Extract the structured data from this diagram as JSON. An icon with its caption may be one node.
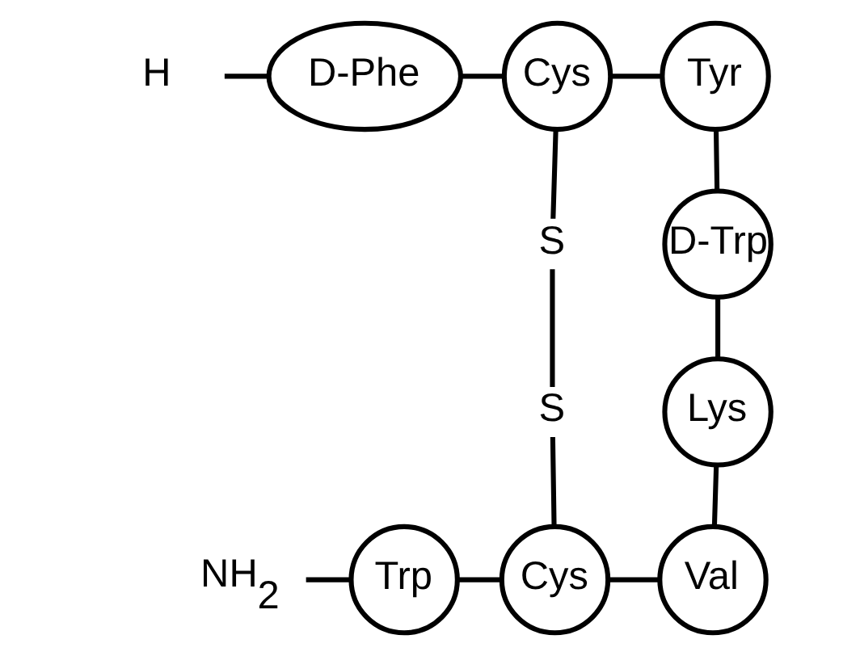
{
  "diagram": {
    "nodes": [
      {
        "text": [
          "H"
        ]
      },
      {
        "text": [
          "D-Phe"
        ]
      },
      {
        "text": [
          "Cys"
        ]
      },
      {
        "text": [
          "Tyr"
        ]
      },
      {
        "text": [
          "S"
        ]
      },
      {
        "text": [
          "D-Trp"
        ]
      },
      {
        "text": [
          "S"
        ]
      },
      {
        "text": [
          "Lys"
        ]
      },
      {
        "text": [
          "NH$_{2}$"
        ]
      },
      {
        "text": [
          "Trp"
        ]
      },
      {
        "text": [
          "Cys"
        ]
      },
      {
        "text": [
          "Val"
        ]
      }
    ],
    "edges": [
      {
        "from": 0,
        "to": 1,
        "arrow": "none"
      },
      {
        "from": 1,
        "to": 2,
        "arrow": "none"
      },
      {
        "from": 2,
        "to": 3,
        "arrow": "none"
      },
      {
        "from": 3,
        "to": 5,
        "arrow": "none"
      },
      {
        "from": 5,
        "to": 7,
        "arrow": "none"
      },
      {
        "from": 7,
        "to": 11,
        "arrow": "none"
      },
      {
        "from": 10,
        "to": 11,
        "arrow": "none"
      },
      {
        "from": 9,
        "to": 10,
        "arrow": "none"
      },
      {
        "from": 8,
        "to": 9,
        "arrow": "none"
      },
      {
        "from": 2,
        "to": 4,
        "arrow": "none"
      },
      {
        "from": 4,
        "to": 6,
        "arrow": "none"
      },
      {
        "from": 6,
        "to": 10,
        "arrow": "none"
      }
    ]
  }
}
